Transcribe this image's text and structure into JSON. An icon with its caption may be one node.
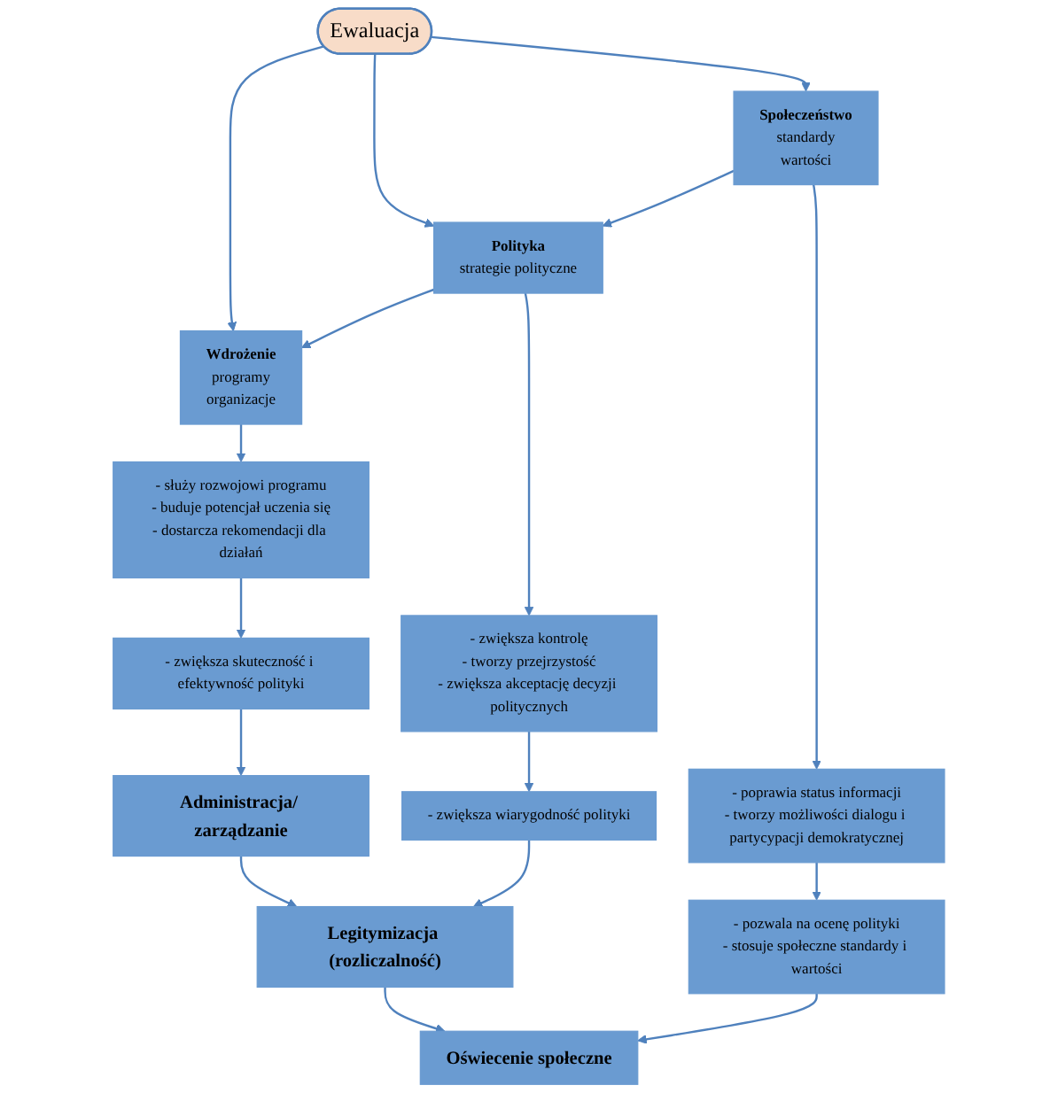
{
  "diagram": {
    "nodes": [
      {
        "text": [
          "Ewaluacja"
        ]
      },
      {
        "text": [
          "Wdrożenie",
          "programy",
          "organizacje"
        ]
      },
      {
        "text": [
          "Polityka",
          "strategie polityczne"
        ]
      },
      {
        "text": [
          "Społeczeństwo",
          "standardy",
          "wartości"
        ]
      },
      {
        "text": [
          "- służy rozwojowi programu",
          "- buduje potencjał uczenia się",
          "- dostarcza rekomendacji dla działań"
        ]
      },
      {
        "text": [
          "- zwiększa kontrolę",
          "- tworzy przejrzystość",
          "- zwiększa akceptację decyzji politycznych"
        ]
      },
      {
        "text": [
          "- poprawia status informacji",
          "- tworzy możliwości dialogu i partycypacji demokratycznej"
        ]
      },
      {
        "text": [
          "- zwiększa skuteczność i efektywność polityki"
        ]
      },
      {
        "text": [
          "- zwiększa wiarygodność polityki"
        ]
      },
      {
        "text": [
          "- pozwala na ocenę polityki",
          "- stosuje społeczne standardy i wartości"
        ]
      },
      {
        "text": [
          "Administracja/ zarządzanie"
        ]
      },
      {
        "text": [
          "Legitymizacja (rozliczalność)"
        ]
      },
      {
        "text": [
          "Oświecenie społeczne"
        ]
      }
    ],
    "edges": [
      {
        "from": 0,
        "to": 1,
        "arrow": "to"
      },
      {
        "from": 0,
        "to": 2,
        "arrow": "to"
      },
      {
        "from": 0,
        "to": 3,
        "arrow": "to"
      },
      {
        "from": 3,
        "to": 2,
        "arrow": "to"
      },
      {
        "from": 2,
        "to": 1,
        "arrow": "to"
      },
      {
        "from": 1,
        "to": 4,
        "arrow": "to"
      },
      {
        "from": 2,
        "to": 5,
        "arrow": "to"
      },
      {
        "from": 3,
        "to": 6,
        "arrow": "to"
      },
      {
        "from": 4,
        "to": 7,
        "arrow": "to"
      },
      {
        "from": 5,
        "to": 8,
        "arrow": "to"
      },
      {
        "from": 6,
        "to": 9,
        "arrow": "to"
      },
      {
        "from": 7,
        "to": 10,
        "arrow": "to"
      },
      {
        "from": 8,
        "to": 11,
        "arrow": "to"
      },
      {
        "from": 9,
        "to": 12,
        "arrow": "to"
      },
      {
        "from": 10,
        "to": 11,
        "arrow": "to"
      },
      {
        "from": 11,
        "to": 12,
        "arrow": "to"
      }
    ]
  }
}
